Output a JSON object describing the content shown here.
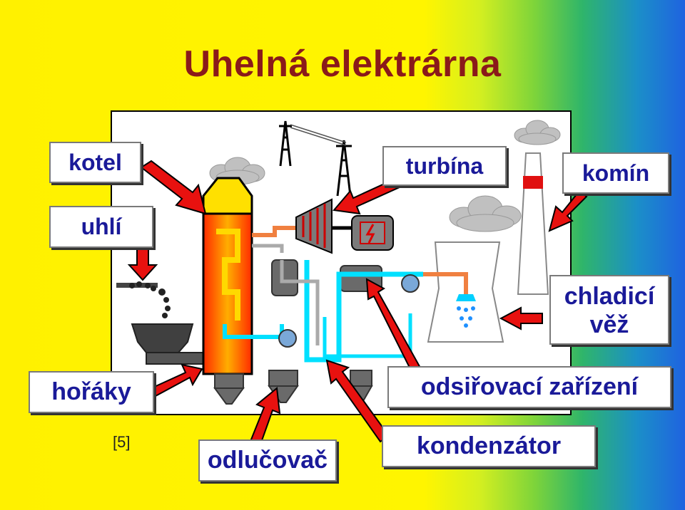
{
  "title": "Uhelná elektrárna",
  "labels": {
    "kotel": "kotel",
    "uhli": "uhlí",
    "horaky": "hořáky",
    "odlucovac": "odlučovač",
    "turbina": "turbína",
    "komin": "komín",
    "chladici_vez": [
      "chladicí",
      "věž"
    ],
    "odsirovaci": "odsiřovací zařízení",
    "kondenzator": "kondenzátor"
  },
  "reference": "[5]",
  "colors": {
    "title": "#8a1a1a",
    "label_text": "#1a1a99",
    "arrow": "#e8110f"
  }
}
